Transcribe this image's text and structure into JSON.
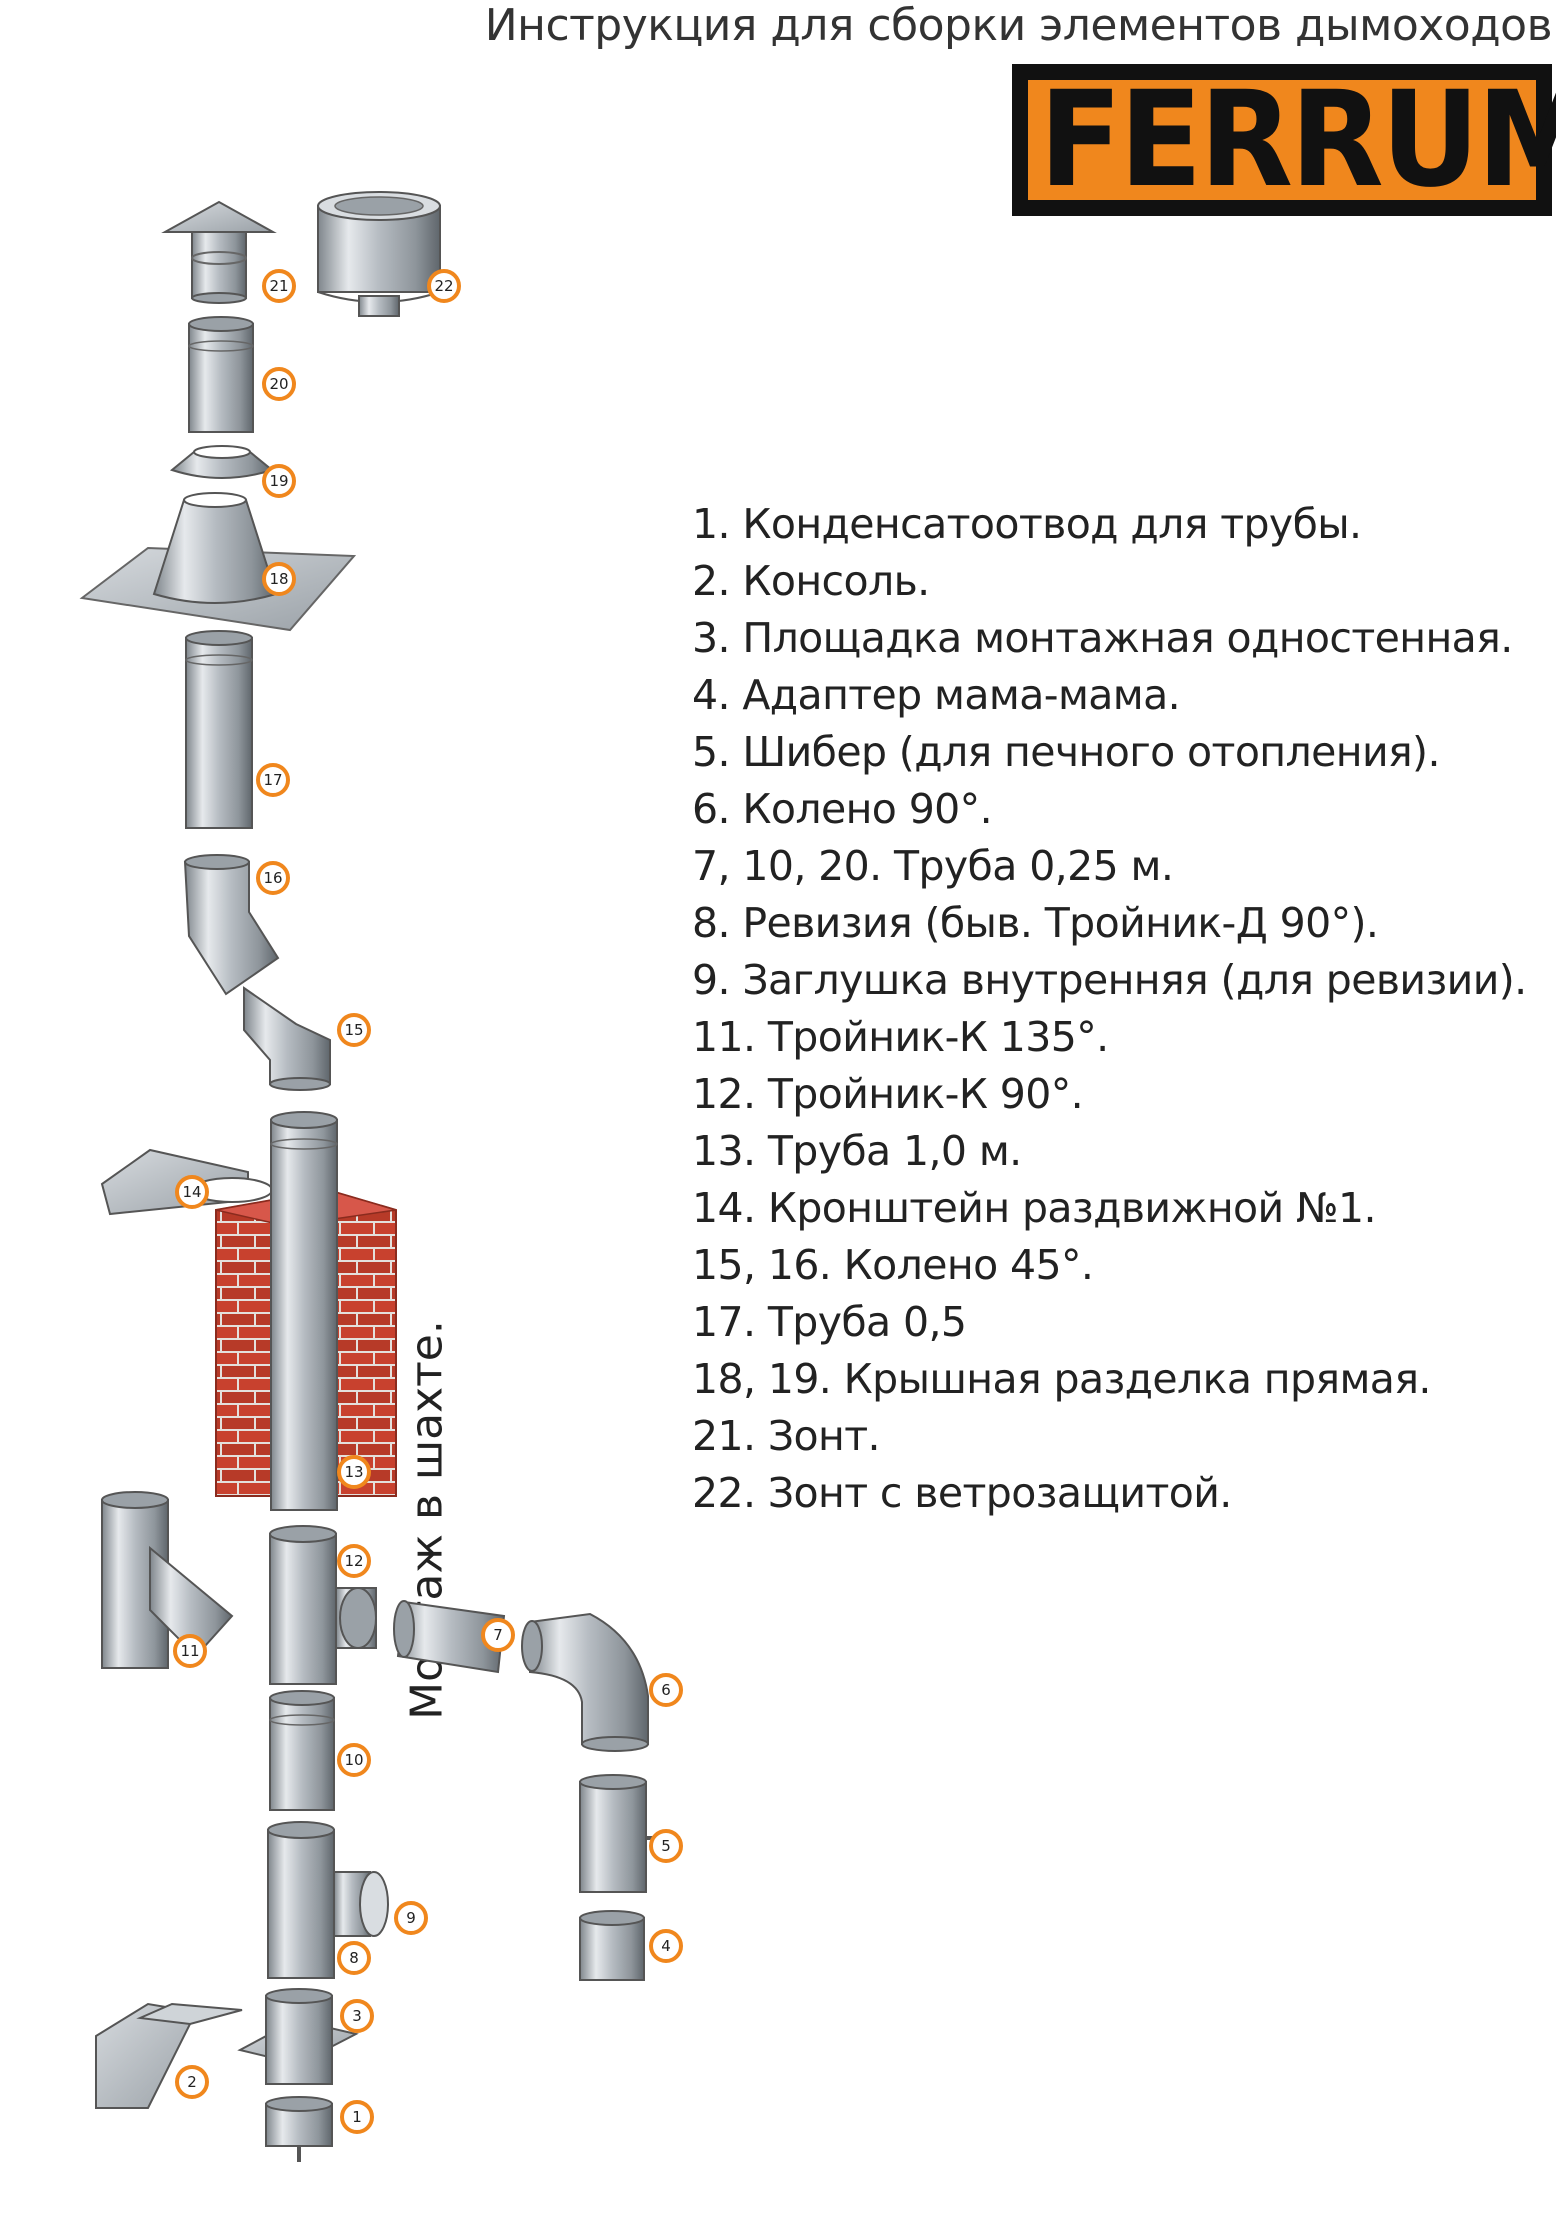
{
  "title": "Инструкция для сборки элементов дымоходов",
  "brand": {
    "name": "FERRUM",
    "color": "#f0871d",
    "frame_color": "#111111"
  },
  "vertical_label": "Монтаж в шахте.",
  "legend": [
    "1. Конденсатоотвод для трубы.",
    "2. Консоль.",
    "3. Площадка монтажная одностенная.",
    "4. Адаптер мама-мама.",
    "5. Шибер (для печного отопления).",
    "6. Колено 90°.",
    "7, 10, 20. Труба 0,25 м.",
    "8. Ревизия (быв. Тройник-Д 90°).",
    "9. Заглушка внутренняя (для ревизии).",
    "11. Тройник-К 135°.",
    "12. Тройник-К 90°.",
    "13. Труба 1,0 м.",
    "14. Кронштейн раздвижной №1.",
    "15, 16. Колено 45°.",
    "17. Труба 0,5",
    "18, 19. Крышная разделка прямая.",
    "21. Зонт.",
    "22. Зонт с ветрозащитой."
  ],
  "callouts": [
    "1",
    "2",
    "3",
    "4",
    "5",
    "6",
    "7",
    "8",
    "9",
    "10",
    "11",
    "12",
    "13",
    "14",
    "15",
    "16",
    "17",
    "18",
    "19",
    "20",
    "21",
    "22"
  ],
  "colors": {
    "steel": "#b8bec4",
    "brick": "#c8412e",
    "callout_ring": "#f0871d"
  }
}
